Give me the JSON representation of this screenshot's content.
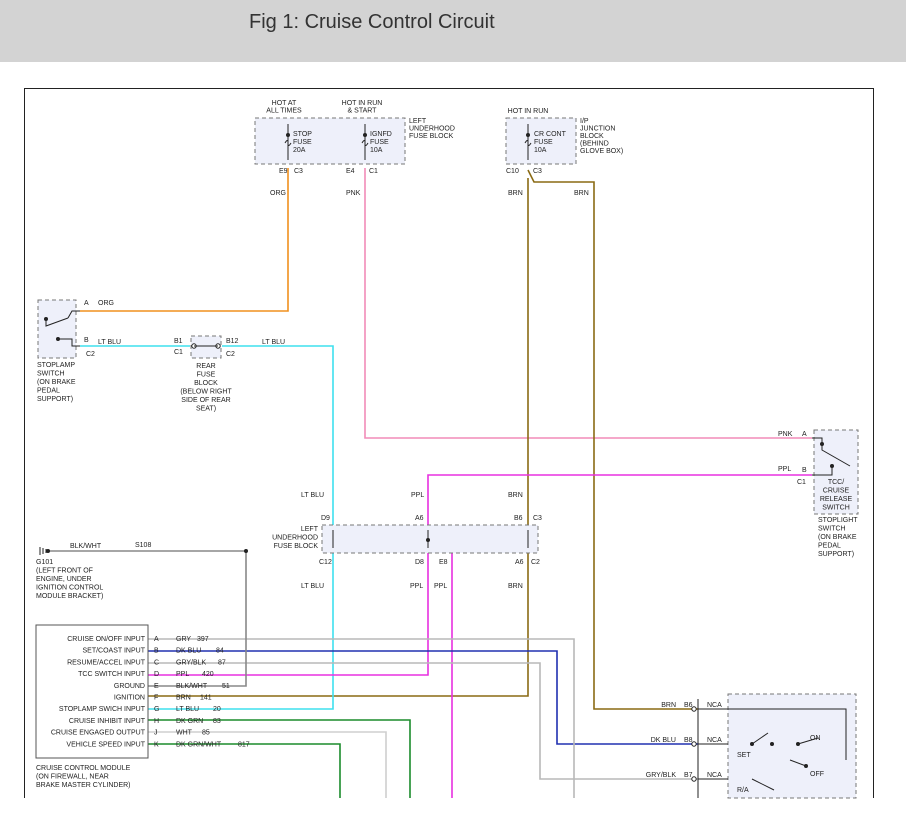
{
  "header": {
    "title": "Fig 1: Cruise Control Circuit"
  },
  "colors": {
    "orange": "#f0901e",
    "pink": "#f28cb8",
    "brown": "#8a6a14",
    "ltblu": "#3ee0ee",
    "ppl": "#e830e0",
    "dkblu": "#2030b0",
    "gry": "#b8b8b8",
    "dkgrn": "#1c8c2c",
    "box": "#9aa0c8"
  },
  "fuse_block_left": {
    "hot_at_all_times": [
      "HOT AT",
      "ALL TIMES"
    ],
    "hot_in_run_start": [
      "HOT IN RUN",
      "& START"
    ],
    "name": [
      "LEFT",
      "UNDERHOOD",
      "FUSE BLOCK"
    ],
    "stop_fuse": [
      "STOP",
      "FUSE",
      "20A"
    ],
    "ignfd_fuse": [
      "IGNFD",
      "FUSE",
      "10A"
    ],
    "pins": [
      "E9",
      "C3",
      "E4",
      "C1"
    ]
  },
  "fuse_block_ip": {
    "hot_in_run": "HOT IN RUN",
    "name": [
      "I/P",
      "JUNCTION",
      "BLOCK",
      "(BEHIND",
      "GLOVE BOX)"
    ],
    "cr_cont_fuse": [
      "CR CONT",
      "FUSE",
      "10A"
    ],
    "pins": [
      "C10",
      "C3"
    ]
  },
  "wires_top": {
    "org": "ORG",
    "pnk": "PNK",
    "brn1": "BRN",
    "brn2": "BRN"
  },
  "stoplamp_switch": {
    "pins": [
      "A",
      "B",
      "C2"
    ],
    "wire_a": "ORG",
    "wire_b": "LT BLU",
    "name": [
      "STOPLAMP",
      "SWITCH",
      "(ON BRAKE",
      "PEDAL",
      "SUPPORT)"
    ]
  },
  "rear_fuse_block": {
    "pins": [
      "B1",
      "C1",
      "B12",
      "C2"
    ],
    "wire_right": "LT BLU",
    "name": [
      "REAR",
      "FUSE",
      "BLOCK",
      "(BELOW RIGHT",
      "SIDE OF REAR",
      "SEAT)"
    ]
  },
  "tcc_switch": {
    "pins": [
      "A",
      "B",
      "C1"
    ],
    "wire_a": "PNK",
    "wire_b": "PPL",
    "name": [
      "TCC/",
      "CRUISE",
      "RELEASE",
      "SWITCH"
    ],
    "sub": [
      "STOPLIGHT",
      "SWITCH",
      "(ON BRAKE",
      "PEDAL",
      "SUPPORT)"
    ]
  },
  "underhood_block": {
    "name": [
      "LEFT",
      "UNDERHOOD",
      "FUSE BLOCK"
    ],
    "top_wires": [
      "LT BLU",
      "PPL",
      "BRN"
    ],
    "top_pins": [
      "D9",
      "A6",
      "B6",
      "C3"
    ],
    "bot_pins": [
      "C12",
      "D8",
      "E8",
      "A6",
      "C2"
    ],
    "bot_wires": [
      "LT BLU",
      "PPL",
      "PPL",
      "BRN"
    ]
  },
  "ground": {
    "wire": "BLK/WHT",
    "splice": "S108",
    "name": [
      "G101",
      "(LEFT FRONT OF",
      "ENGINE, UNDER",
      "IGNITION CONTROL",
      "MODULE BRACKET)"
    ]
  },
  "module": {
    "name": [
      "CRUISE CONTROL MODULE",
      "(ON FIREWALL, NEAR",
      "BRAKE MASTER CYLINDER)"
    ],
    "rows": [
      {
        "label": "CRUISE ON/OFF INPUT",
        "pin": "A",
        "wire": "GRY",
        "circuit": "397"
      },
      {
        "label": "SET/COAST INPUT",
        "pin": "B",
        "wire": "DK BLU",
        "circuit": "84"
      },
      {
        "label": "RESUME/ACCEL INPUT",
        "pin": "C",
        "wire": "GRY/BLK",
        "circuit": "87"
      },
      {
        "label": "TCC SWITCH INPUT",
        "pin": "D",
        "wire": "PPL",
        "circuit": "420"
      },
      {
        "label": "GROUND",
        "pin": "E",
        "wire": "BLK/WHT",
        "circuit": "51"
      },
      {
        "label": "IGNITION",
        "pin": "F",
        "wire": "BRN",
        "circuit": "141"
      },
      {
        "label": "STOPLAMP SWICH INPUT",
        "pin": "G",
        "wire": "LT BLU",
        "circuit": "20"
      },
      {
        "label": "CRUISE INHIBIT INPUT",
        "pin": "H",
        "wire": "DK GRN",
        "circuit": "83"
      },
      {
        "label": "CRUISE ENGAGED OUTPUT",
        "pin": "J",
        "wire": "WHT",
        "circuit": "85"
      },
      {
        "label": "VEHICLE SPEED INPUT",
        "pin": "K",
        "wire": "DK GRN/WHT",
        "circuit": "817"
      }
    ]
  },
  "cruise_switch": {
    "rows": [
      {
        "wire": "BRN",
        "pin": "B6",
        "nca": "NCA"
      },
      {
        "wire": "DK BLU",
        "pin": "B8",
        "nca": "NCA"
      },
      {
        "wire": "GRY/BLK",
        "pin": "B7",
        "nca": "NCA"
      }
    ],
    "labels": {
      "on": "ON",
      "off": "OFF",
      "set": "SET",
      "ra": "R/A"
    }
  }
}
